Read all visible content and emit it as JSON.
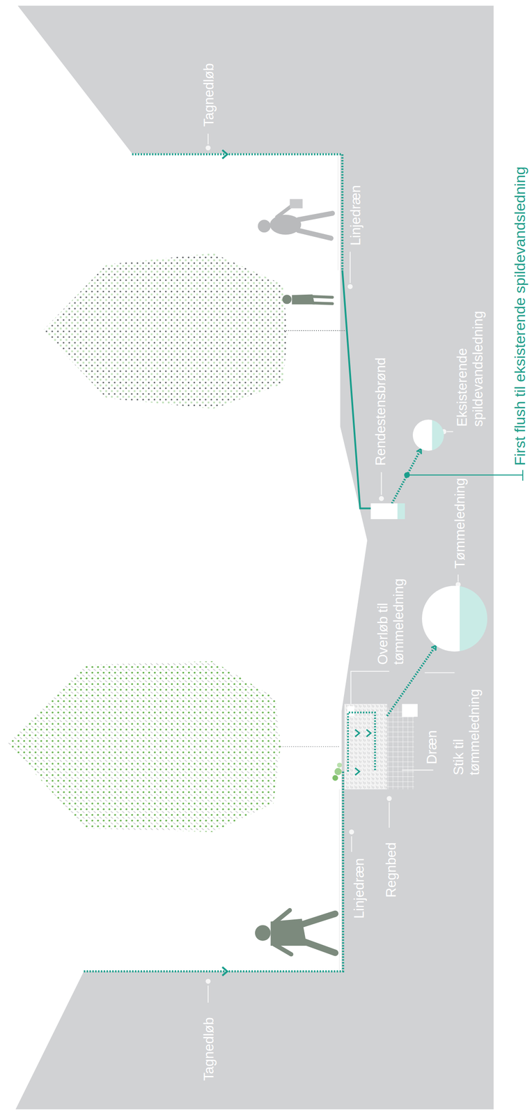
{
  "diagram": {
    "nodes": [
      {
        "text": [
          "Regnbed"
        ]
      },
      {
        "text": [
          "Tømmeledning"
        ]
      },
      {
        "text": [
          "Rendestensbrønd"
        ]
      },
      {
        "text": [
          "Eksisterende spildevandsledning"
        ]
      }
    ],
    "edges": [
      {
        "from": 0,
        "to": 1,
        "arrow": "to"
      },
      {
        "from": 2,
        "to": 3,
        "arrow": "to"
      }
    ],
    "labels": [
      "Tagnedløb",
      "Linjedræn",
      "Overløb til tømmeledning",
      "Dræn",
      "Stik til tømmeledning",
      "Linjedræn",
      "Tagnedløb",
      "First flush til eksisterende spildevandsledning"
    ]
  }
}
